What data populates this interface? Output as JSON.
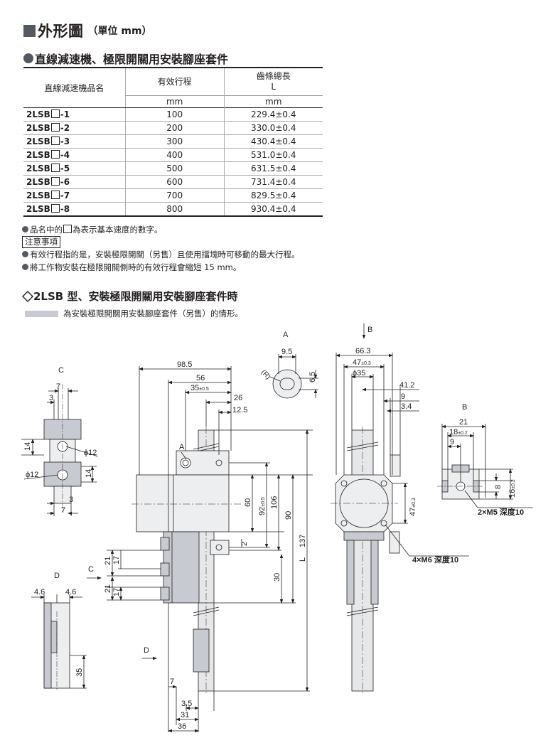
{
  "header": {
    "title": "外形圖",
    "unit": "（單位 mm）"
  },
  "section": {
    "title": "直線減速機、極限開關用安裝腳座套件"
  },
  "table": {
    "col1_header": "直線減速機品名",
    "col2_header": "有效行程",
    "col3_header_line1": "齒條總長",
    "col3_header_line2": "L",
    "col2_unit": "mm",
    "col3_unit": "mm",
    "rows": [
      {
        "prefix": "2LSB",
        "suffix": "-1",
        "stroke": "100",
        "length": "229.4±0.4"
      },
      {
        "prefix": "2LSB",
        "suffix": "-2",
        "stroke": "200",
        "length": "330.0±0.4"
      },
      {
        "prefix": "2LSB",
        "suffix": "-3",
        "stroke": "300",
        "length": "430.4±0.4"
      },
      {
        "prefix": "2LSB",
        "suffix": "-4",
        "stroke": "400",
        "length": "531.0±0.4"
      },
      {
        "prefix": "2LSB",
        "suffix": "-5",
        "stroke": "500",
        "length": "631.5±0.4"
      },
      {
        "prefix": "2LSB",
        "suffix": "-6",
        "stroke": "600",
        "length": "731.4±0.4"
      },
      {
        "prefix": "2LSB",
        "suffix": "-7",
        "stroke": "700",
        "length": "829.5±0.4"
      },
      {
        "prefix": "2LSB",
        "suffix": "-8",
        "stroke": "800",
        "length": "930.4±0.4"
      }
    ]
  },
  "notes": {
    "note1_a": "品名中的",
    "note1_b": "為表示基本速度的數字。",
    "caution_label": "注意事項",
    "caution1": "有效行程指的是，安裝極限開關（另售）且使用擋塊時可移動的最大行程。",
    "caution2": "將工作物安裝在極限開關側時的有效行程會縮短 15 mm。"
  },
  "subsection": {
    "title": "2LSB 型、安裝極限開關用安裝腳座套件時",
    "legend": "為安裝極限開關用安裝腳座套件（另售）的情形。"
  },
  "drawing": {
    "view_labels": {
      "c": "C",
      "a": "A",
      "b": "B",
      "d": "D"
    },
    "dims": {
      "d98_5": "98.5",
      "d56": "56",
      "d35": "35",
      "d35_tol": "±0.5",
      "d26": "26",
      "d12_5": "12.5",
      "d60": "60",
      "d92": "92",
      "d92_tol": "±0.5",
      "d106": "106",
      "d90": "90",
      "d137": "137",
      "d2": "2",
      "d30": "30",
      "d21a": "21",
      "d17a": "17",
      "d21b": "21",
      "d17b": "17",
      "d7": "7",
      "d3_5": "3.5",
      "d31": "31",
      "d36": "36",
      "dL": "L",
      "d9_5": "9.5",
      "d6_5": "6.5",
      "dR": "(R)",
      "d66_3": "66.3",
      "d47": "47",
      "d47_tol": "±0.3",
      "phi35": "ϕ35",
      "d41_2": "41.2",
      "d9": "9",
      "d3_4": "3.4",
      "d47v": "47",
      "d47v_tol": "±0.3",
      "m6_note": "4×M6 深度10",
      "bd21": "21",
      "bd18": "18",
      "bd18_tol": "±0.2",
      "bd9": "9",
      "bd8": "8",
      "bd16": "16",
      "bd16_tol": "±0.2",
      "m5_note": "2×M5 深度10",
      "cd7": "7",
      "cd3": "3",
      "cd14a": "14",
      "cphi12a": "ϕ12",
      "cphi12b": "ϕ12",
      "cd14b": "14",
      "cd3b": "3",
      "cd7b": "7",
      "dd4_6a": "4.6",
      "dd4_6b": "4.6",
      "dd35": "35"
    }
  }
}
